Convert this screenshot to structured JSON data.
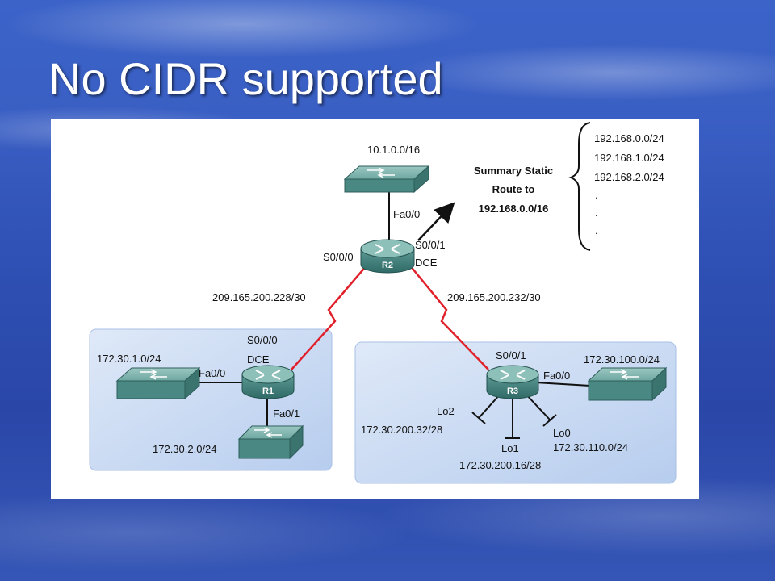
{
  "slide": {
    "title": "No CIDR supported"
  },
  "diagram": {
    "routers": {
      "r1": "R1",
      "r2": "R2",
      "r3": "R3"
    },
    "r2": {
      "lan_network": "10.1.0.0/16",
      "lan_interface": "Fa0/0",
      "serial_left": "S0/0/0",
      "serial_right": "S0/0/1",
      "dce": "DCE"
    },
    "wan_links": {
      "r1_r2": "209.165.200.228/30",
      "r2_r3": "209.165.200.232/30"
    },
    "summary": {
      "line1": "Summary Static",
      "line2": "Route to",
      "line3": "192.168.0.0/16"
    },
    "summarized_networks": [
      "192.168.0.0/24",
      "192.168.1.0/24",
      "192.168.2.0/24",
      ".",
      ".",
      "."
    ],
    "r1": {
      "serial": "S0/0/0",
      "dce": "DCE",
      "fa0_0": "Fa0/0",
      "fa0_1": "Fa0/1",
      "lan1": "172.30.1.0/24",
      "lan2": "172.30.2.0/24"
    },
    "r3": {
      "serial": "S0/0/1",
      "fa0_0": "Fa0/0",
      "lan": "172.30.100.0/24",
      "lo0": "Lo0",
      "lo0_net": "172.30.110.0/24",
      "lo1": "Lo1",
      "lo1_net": "172.30.200.16/28",
      "lo2": "Lo2",
      "lo2_net": "172.30.200.32/28"
    },
    "colors": {
      "wan_link": "#e0202a",
      "device": "#4f8f8a",
      "area": "#c9dbf3"
    }
  }
}
